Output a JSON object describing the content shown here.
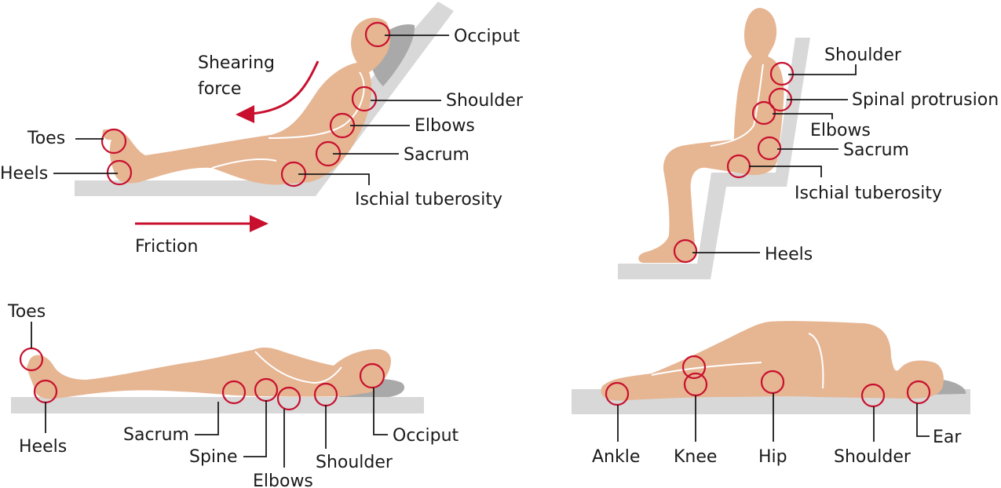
{
  "panels": {
    "semi_reclined": {
      "labels": {
        "occiput": "Occiput",
        "shoulder": "Shoulder",
        "elbows": "Elbows",
        "sacrum": "Sacrum",
        "ischial": "Ischial tuberosity",
        "toes": "Toes",
        "heels": "Heels"
      },
      "forces": {
        "shearing_line1": "Shearing",
        "shearing_line2": "force",
        "friction": "Friction"
      }
    },
    "seated": {
      "labels": {
        "shoulder": "Shoulder",
        "spinal": "Spinal protrusion",
        "elbows": "Elbows",
        "sacrum": "Sacrum",
        "ischial": "Ischial tuberosity",
        "heels": "Heels"
      }
    },
    "supine": {
      "labels": {
        "toes": "Toes",
        "heels": "Heels",
        "sacrum": "Sacrum",
        "spine": "Spine",
        "elbows": "Elbows",
        "shoulder": "Shoulder",
        "occiput": "Occiput"
      }
    },
    "side_lying": {
      "labels": {
        "ankle": "Ankle",
        "knee": "Knee",
        "hip": "Hip",
        "shoulder": "Shoulder",
        "ear": "Ear"
      }
    }
  },
  "colors": {
    "skin": "#e6b592",
    "surface": "#d8d8d8",
    "pillow": "#a9a9a9",
    "marker": "#c8102e",
    "text": "#1a1a1a"
  }
}
